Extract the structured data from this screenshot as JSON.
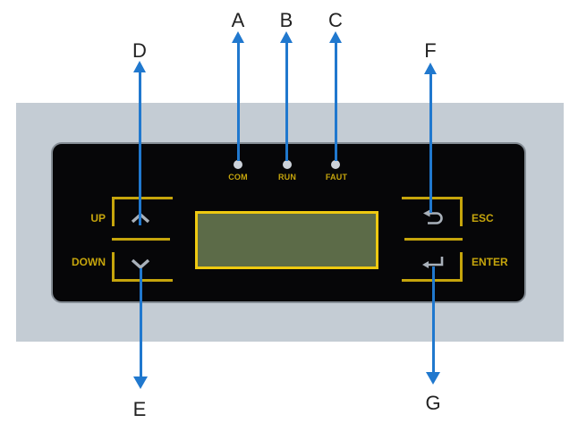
{
  "figure": {
    "callouts": {
      "A": "A",
      "B": "B",
      "C": "C",
      "D": "D",
      "E": "E",
      "F": "F",
      "G": "G"
    }
  },
  "panel": {
    "leds": [
      {
        "name": "com",
        "label": "COM"
      },
      {
        "name": "run",
        "label": "RUN"
      },
      {
        "name": "faut",
        "label": "FAUT"
      }
    ],
    "buttons": {
      "up": "UP",
      "down": "DOWN",
      "esc": "ESC",
      "enter": "ENTER"
    }
  },
  "colors": {
    "accent_blue": "#2078ce",
    "gold": "#c6a50c",
    "lcd_fill": "#5c6b48",
    "lcd_border": "#eec911",
    "panel_gray": "#c4ccd4",
    "led_dot": "#ccd2da"
  }
}
